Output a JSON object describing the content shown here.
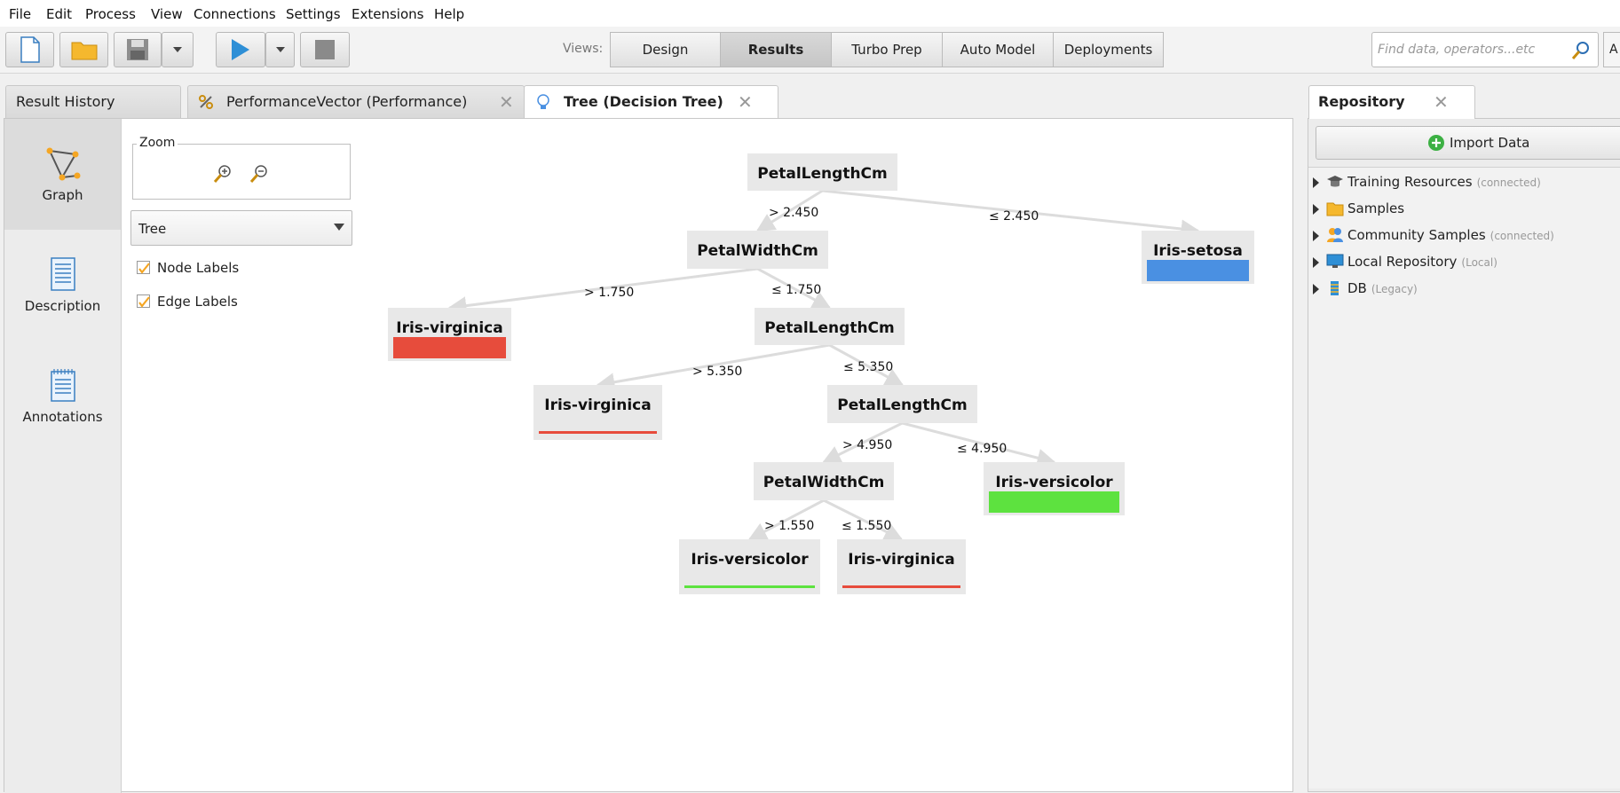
{
  "menu": [
    "File",
    "Edit",
    "Process",
    "View",
    "Connections",
    "Settings",
    "Extensions",
    "Help"
  ],
  "toolbar": {
    "views_label": "Views:",
    "views": [
      {
        "label": "Design",
        "active": false
      },
      {
        "label": "Results",
        "active": true
      },
      {
        "label": "Turbo Prep",
        "active": false
      },
      {
        "label": "Auto Model",
        "active": false
      },
      {
        "label": "Deployments",
        "active": false
      }
    ],
    "search_placeholder": "Find data, operators...etc",
    "search_extra": "A"
  },
  "tabs": {
    "result_history": "Result History",
    "performance": "PerformanceVector (Performance)",
    "tree": "Tree (Decision Tree)"
  },
  "side_nav": [
    {
      "label": "Graph",
      "icon": "graph-icon",
      "active": true
    },
    {
      "label": "Description",
      "icon": "description-icon",
      "active": false
    },
    {
      "label": "Annotations",
      "icon": "annotations-icon",
      "active": false
    }
  ],
  "controls": {
    "zoom_label": "Zoom",
    "layout_value": "Tree",
    "node_labels": "Node Labels",
    "edge_labels": "Edge Labels",
    "node_labels_checked": true,
    "edge_labels_checked": true
  },
  "colors": {
    "setosa": "#4a90e2",
    "versicolor": "#5de23f",
    "virginica": "#e74c3c",
    "accent": "#f5a623"
  },
  "tree": {
    "nodes": [
      {
        "id": "n1",
        "label": "PetalLengthCm",
        "type": "split"
      },
      {
        "id": "n2",
        "label": "PetalWidthCm",
        "type": "split"
      },
      {
        "id": "n3",
        "label": "Iris-setosa",
        "type": "leaf",
        "class": "setosa"
      },
      {
        "id": "n4",
        "label": "Iris-virginica",
        "type": "leaf",
        "class": "virginica"
      },
      {
        "id": "n5",
        "label": "PetalLengthCm",
        "type": "split"
      },
      {
        "id": "n6",
        "label": "Iris-virginica",
        "type": "leaf",
        "class": "virginica"
      },
      {
        "id": "n7",
        "label": "PetalLengthCm",
        "type": "split"
      },
      {
        "id": "n8",
        "label": "PetalWidthCm",
        "type": "split"
      },
      {
        "id": "n9",
        "label": "Iris-versicolor",
        "type": "leaf",
        "class": "versicolor"
      },
      {
        "id": "n10",
        "label": "Iris-versicolor",
        "type": "leaf",
        "class": "versicolor"
      },
      {
        "id": "n11",
        "label": "Iris-virginica",
        "type": "leaf",
        "class": "virginica"
      }
    ],
    "edges": [
      {
        "from": "n1",
        "to": "n2",
        "label": "> 2.450"
      },
      {
        "from": "n1",
        "to": "n3",
        "label": "≤ 2.450"
      },
      {
        "from": "n2",
        "to": "n4",
        "label": "> 1.750"
      },
      {
        "from": "n2",
        "to": "n5",
        "label": "≤ 1.750"
      },
      {
        "from": "n5",
        "to": "n6",
        "label": "> 5.350"
      },
      {
        "from": "n5",
        "to": "n7",
        "label": "≤ 5.350"
      },
      {
        "from": "n7",
        "to": "n8",
        "label": "> 4.950"
      },
      {
        "from": "n7",
        "to": "n9",
        "label": "≤ 4.950"
      },
      {
        "from": "n8",
        "to": "n10",
        "label": "> 1.550"
      },
      {
        "from": "n8",
        "to": "n11",
        "label": "≤ 1.550"
      }
    ]
  },
  "repository": {
    "tab_label": "Repository",
    "import_label": "Import Data",
    "items": [
      {
        "name": "Training Resources",
        "sub": "(connected)",
        "icon": "graduation-cap-icon"
      },
      {
        "name": "Samples",
        "sub": "",
        "icon": "folder-icon"
      },
      {
        "name": "Community Samples",
        "sub": "(connected)",
        "icon": "people-icon"
      },
      {
        "name": "Local Repository",
        "sub": "(Local)",
        "icon": "monitor-icon"
      },
      {
        "name": "DB",
        "sub": "(Legacy)",
        "icon": "database-icon"
      }
    ]
  }
}
